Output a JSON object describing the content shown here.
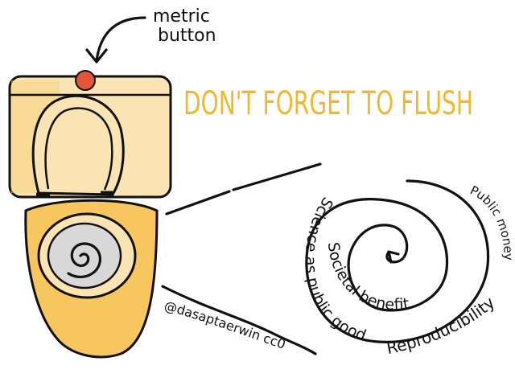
{
  "annotation": {
    "label": "metric button"
  },
  "title": {
    "text": "DON'T FORGET TO FLUSH"
  },
  "spiral": {
    "outer_left": "Science as public goods",
    "inner": "Societal benefit",
    "bottom_right": "Reproducibility",
    "outer_right": "Public money"
  },
  "credit": {
    "text": "@dasaptaerwin cc0"
  },
  "colors": {
    "title": "#f2b730",
    "toilet_fill": "#f7c65e",
    "tank_fill": "#fbe4b4",
    "button": "#e4553b",
    "bowl_water": "#d8d8d8",
    "ink": "#111111"
  },
  "icons": [
    "toilet-illustration",
    "flush-button",
    "swirl",
    "arrow"
  ]
}
